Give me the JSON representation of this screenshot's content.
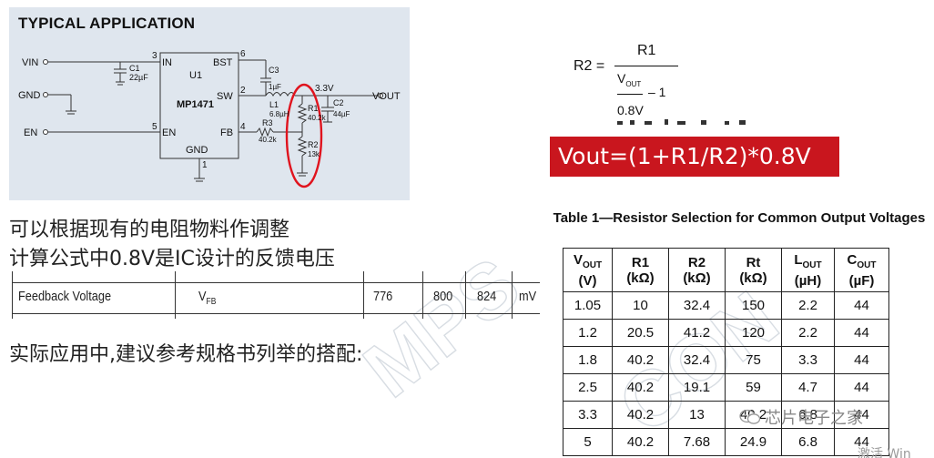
{
  "schematic": {
    "title": "TYPICAL APPLICATION",
    "chip": {
      "name": "MP1471",
      "ref": "U1"
    },
    "pins": {
      "in": "IN",
      "bst": "BST",
      "sw": "SW",
      "en": "EN",
      "fb": "FB",
      "gnd": "GND",
      "n1": "1",
      "n2": "2",
      "n3": "3",
      "n4": "4",
      "n5": "5",
      "n6": "6"
    },
    "nets": {
      "vin": "VIN",
      "gnd": "GND",
      "en": "EN",
      "vout": "VOUT",
      "v33": "3.3V"
    },
    "parts": {
      "c1": "C1",
      "c1_val": "22µF",
      "c3": "C3",
      "c3_val": "1µF",
      "l1": "L1",
      "l1_val": "6.8µH",
      "r1": "R1",
      "r1_val": "40.2k",
      "r2": "R2",
      "r2_val": "13k",
      "r3": "R3",
      "r3_val": "40.2k",
      "c2": "C2",
      "c2_val": "44µF"
    }
  },
  "formula": {
    "lhs": "R2 =",
    "numerator": "R1",
    "vout_v": "V",
    "vout_sub": "OUT",
    "minus_one": "– 1",
    "ref": "0.8V"
  },
  "highlight": {
    "text": "Vout=(1+R1/R2)*0.8V",
    "color": "#c9161e"
  },
  "notes": {
    "line1": "可以根据现有的电阻物料作调整",
    "line2": "计算公式中0.8V是IC设计的反馈电压",
    "line3": "实际应用中,建议参考规格书列举的搭配:"
  },
  "spec_row": {
    "param": "Feedback Voltage",
    "symbol": "V",
    "symbol_sub": "FB",
    "min": "776",
    "typ": "800",
    "max": "824",
    "unit": "mV"
  },
  "table": {
    "title": "Table 1—Resistor Selection for Common Output Voltages",
    "headers": [
      {
        "main": "V",
        "sub": "OUT",
        "unit": "(V)"
      },
      {
        "main": "R1",
        "sub": "",
        "unit": "(kΩ)"
      },
      {
        "main": "R2",
        "sub": "",
        "unit": "(kΩ)"
      },
      {
        "main": "Rt",
        "sub": "",
        "unit": "(kΩ)"
      },
      {
        "main": "L",
        "sub": "OUT",
        "unit": "(µH)"
      },
      {
        "main": "C",
        "sub": "OUT",
        "unit": "(µF)"
      }
    ],
    "rows": [
      [
        "1.05",
        "10",
        "32.4",
        "150",
        "2.2",
        "44"
      ],
      [
        "1.2",
        "20.5",
        "41.2",
        "120",
        "2.2",
        "44"
      ],
      [
        "1.8",
        "40.2",
        "32.4",
        "75",
        "3.3",
        "44"
      ],
      [
        "2.5",
        "40.2",
        "19.1",
        "59",
        "4.7",
        "44"
      ],
      [
        "3.3",
        "40.2",
        "13",
        "40.2",
        "6.8",
        "44"
      ],
      [
        "5",
        "40.2",
        "7.68",
        "24.9",
        "6.8",
        "44"
      ]
    ]
  },
  "wechat_label": "芯片电子之家",
  "activate_text": "激活 Win"
}
